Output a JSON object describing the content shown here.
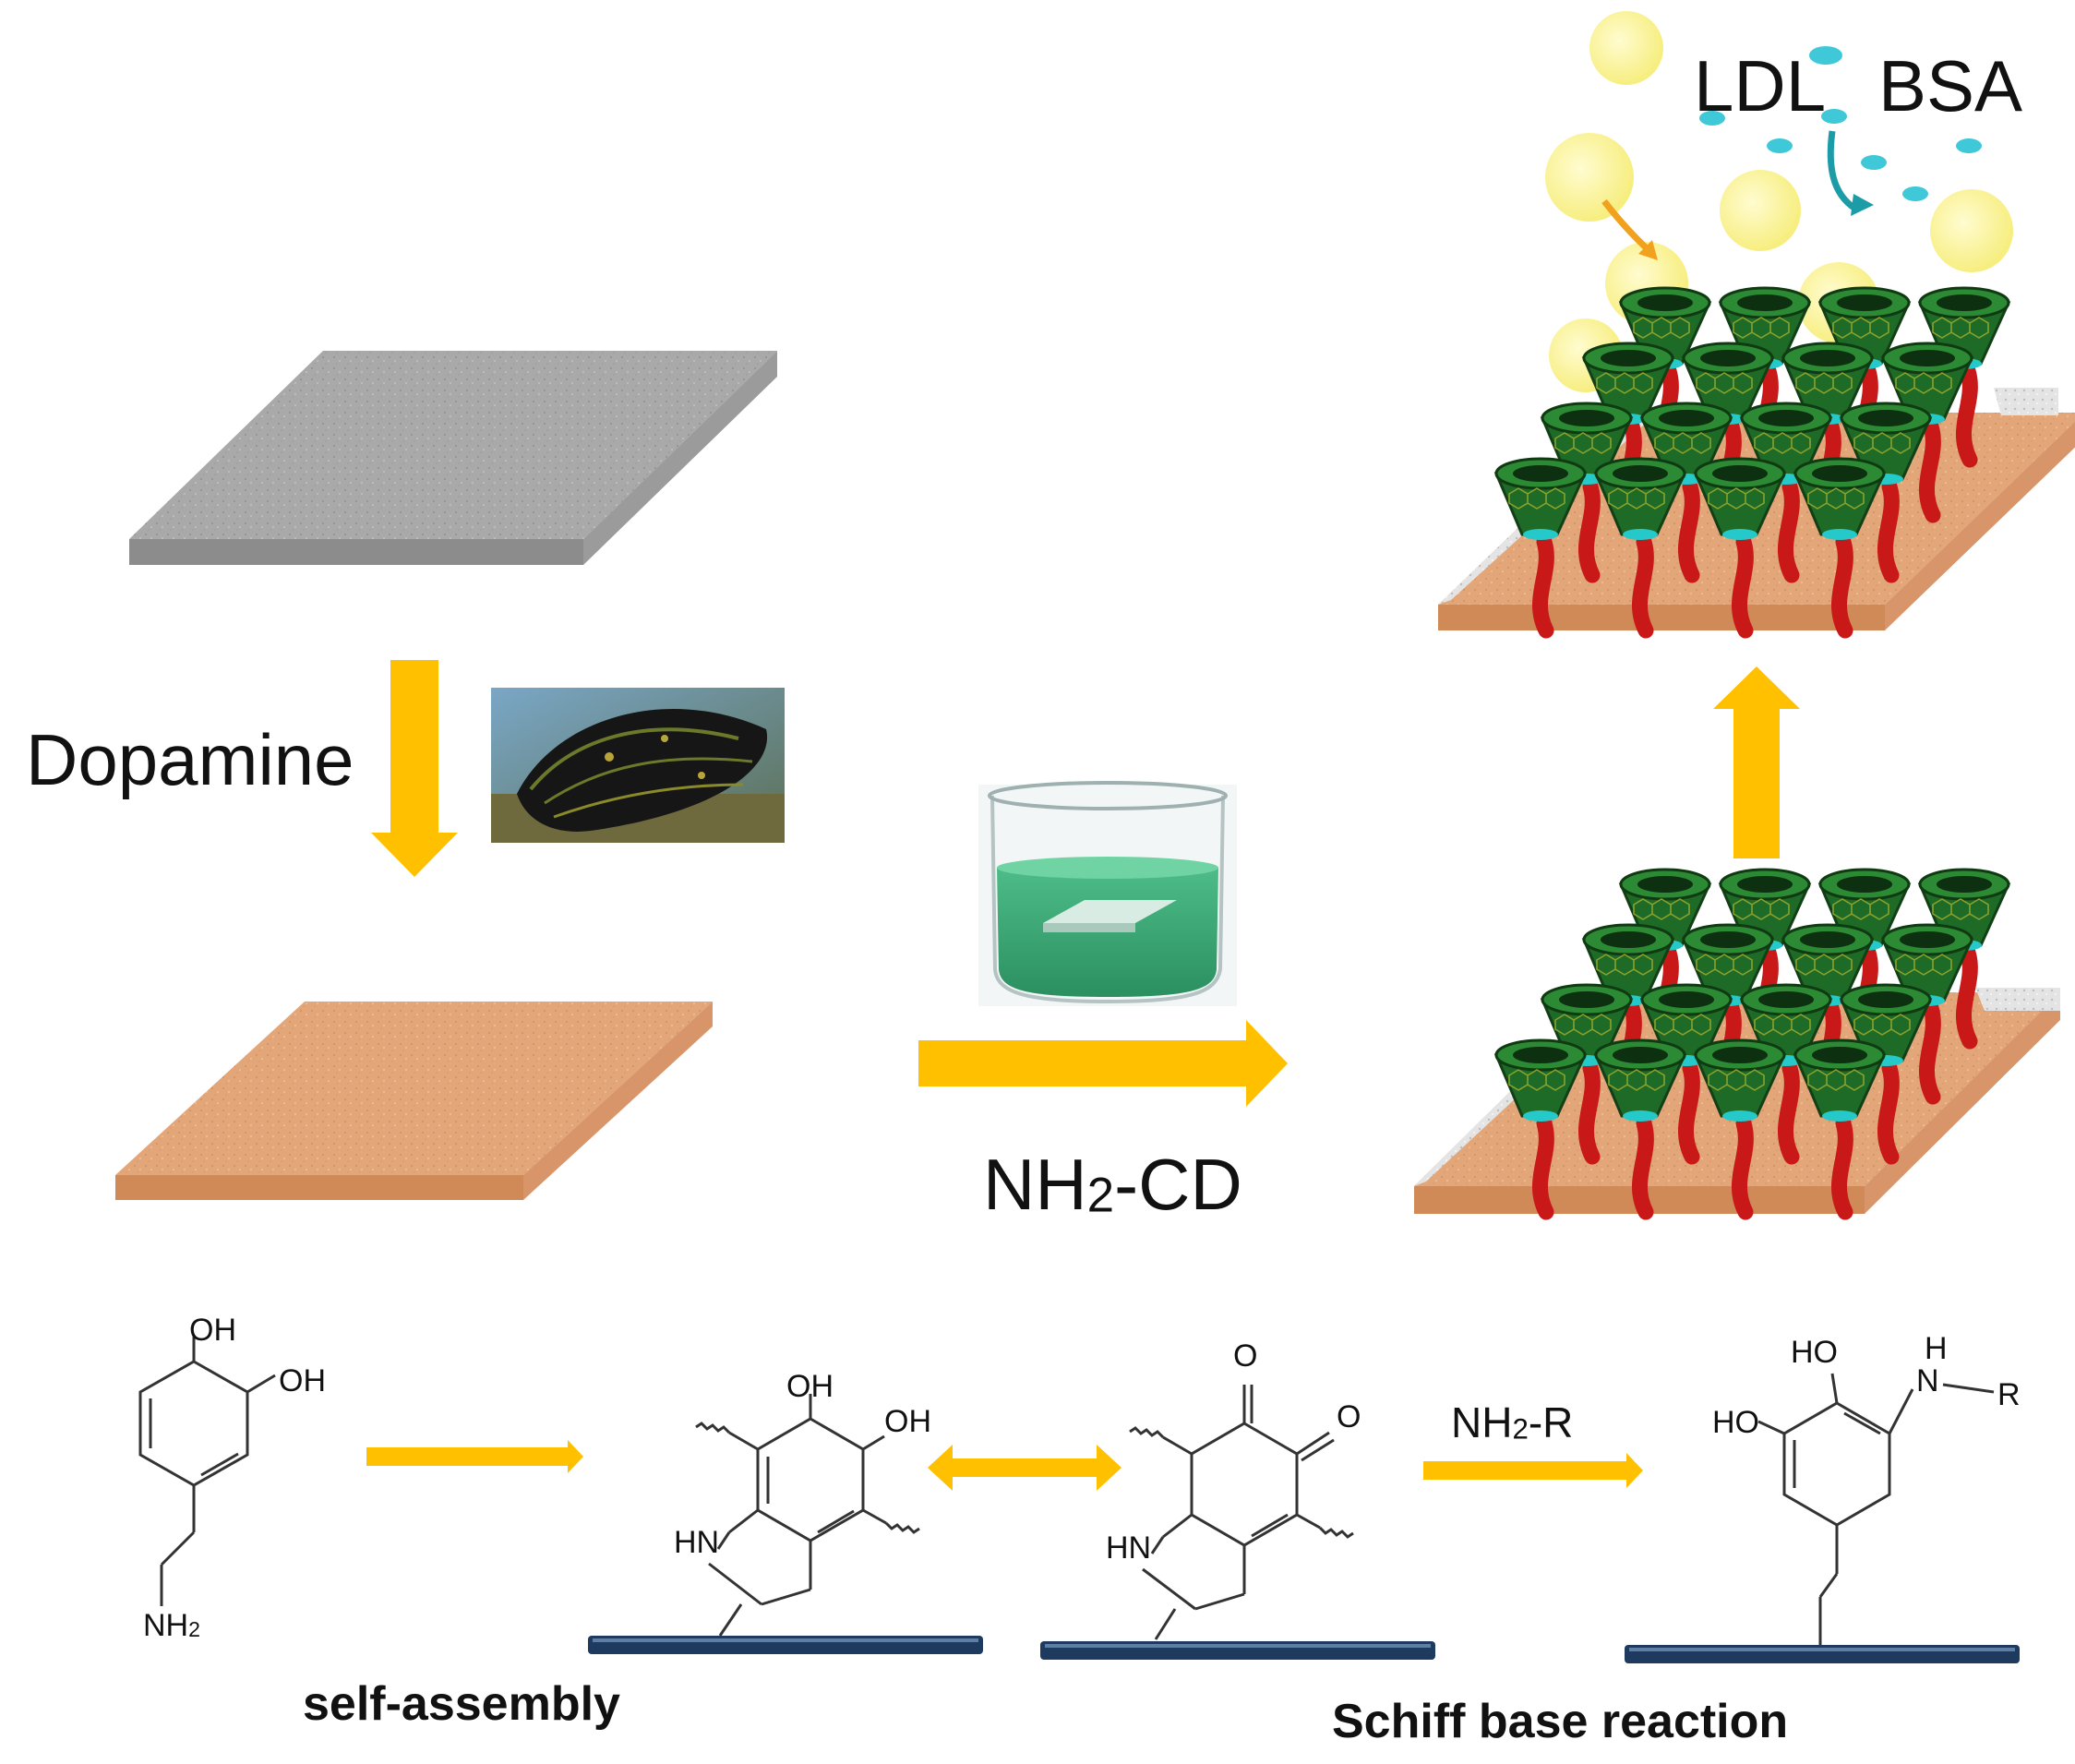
{
  "labels": {
    "dopamine": "Dopamine",
    "ldl": "LDL",
    "bsa": "BSA",
    "nh2_cd_main": "NH",
    "nh2_cd_sub": "2",
    "nh2_cd_tail": "-CD",
    "self_assembly": "self-assembly",
    "schiff_base": "Schiff base reaction",
    "nh2r_main": "NH",
    "nh2r_sub": "2",
    "nh2r_tail": "-R"
  },
  "chem_labels": {
    "dopamine_oh1": "OH",
    "dopamine_oh2": "OH",
    "dopamine_nh2_main": "NH",
    "dopamine_nh2_sub": "2",
    "indole_oh1": "OH",
    "indole_oh2": "OH",
    "indole_hn": "HN",
    "quinone_o1": "O",
    "quinone_o2": "O",
    "quinone_hn": "HN",
    "product_ho1": "HO",
    "product_ho2": "HO",
    "product_h": "H",
    "product_n": "N",
    "product_r": "R"
  },
  "colors": {
    "arrow": "#FFC000",
    "substrate_gray": "#A6A6A6",
    "substrate_tan": "#E0A57A",
    "cd_green": "#1F6B26",
    "linker_red": "#C01818",
    "ldl_yellow": "#FBF39A",
    "bsa_cyan": "#3FC8D8",
    "bar_blue": "#1F3A5F"
  },
  "icons": [
    "mussel-photo",
    "beaker-icon"
  ]
}
